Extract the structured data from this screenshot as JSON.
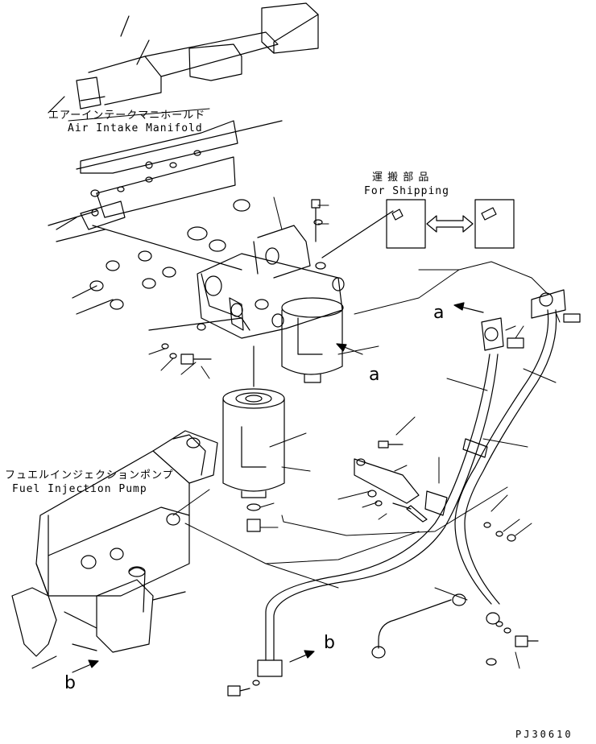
{
  "labels": {
    "manifold_jp": "エアーインテークマニホールド",
    "manifold_en": "Air Intake Manifold",
    "shipping_jp": "運 搬 部 品",
    "shipping_en": "For Shipping",
    "pump_jp": "フュエルインジェクションポンプ",
    "pump_en": "Fuel Injection Pump",
    "callout_a_upper": "a",
    "callout_a_lower": "a",
    "callout_b_lower_left": "b",
    "callout_b_bottom": "b",
    "drawing_code": "PJ30610"
  },
  "colors": {
    "line": "#000000",
    "background": "#ffffff"
  }
}
